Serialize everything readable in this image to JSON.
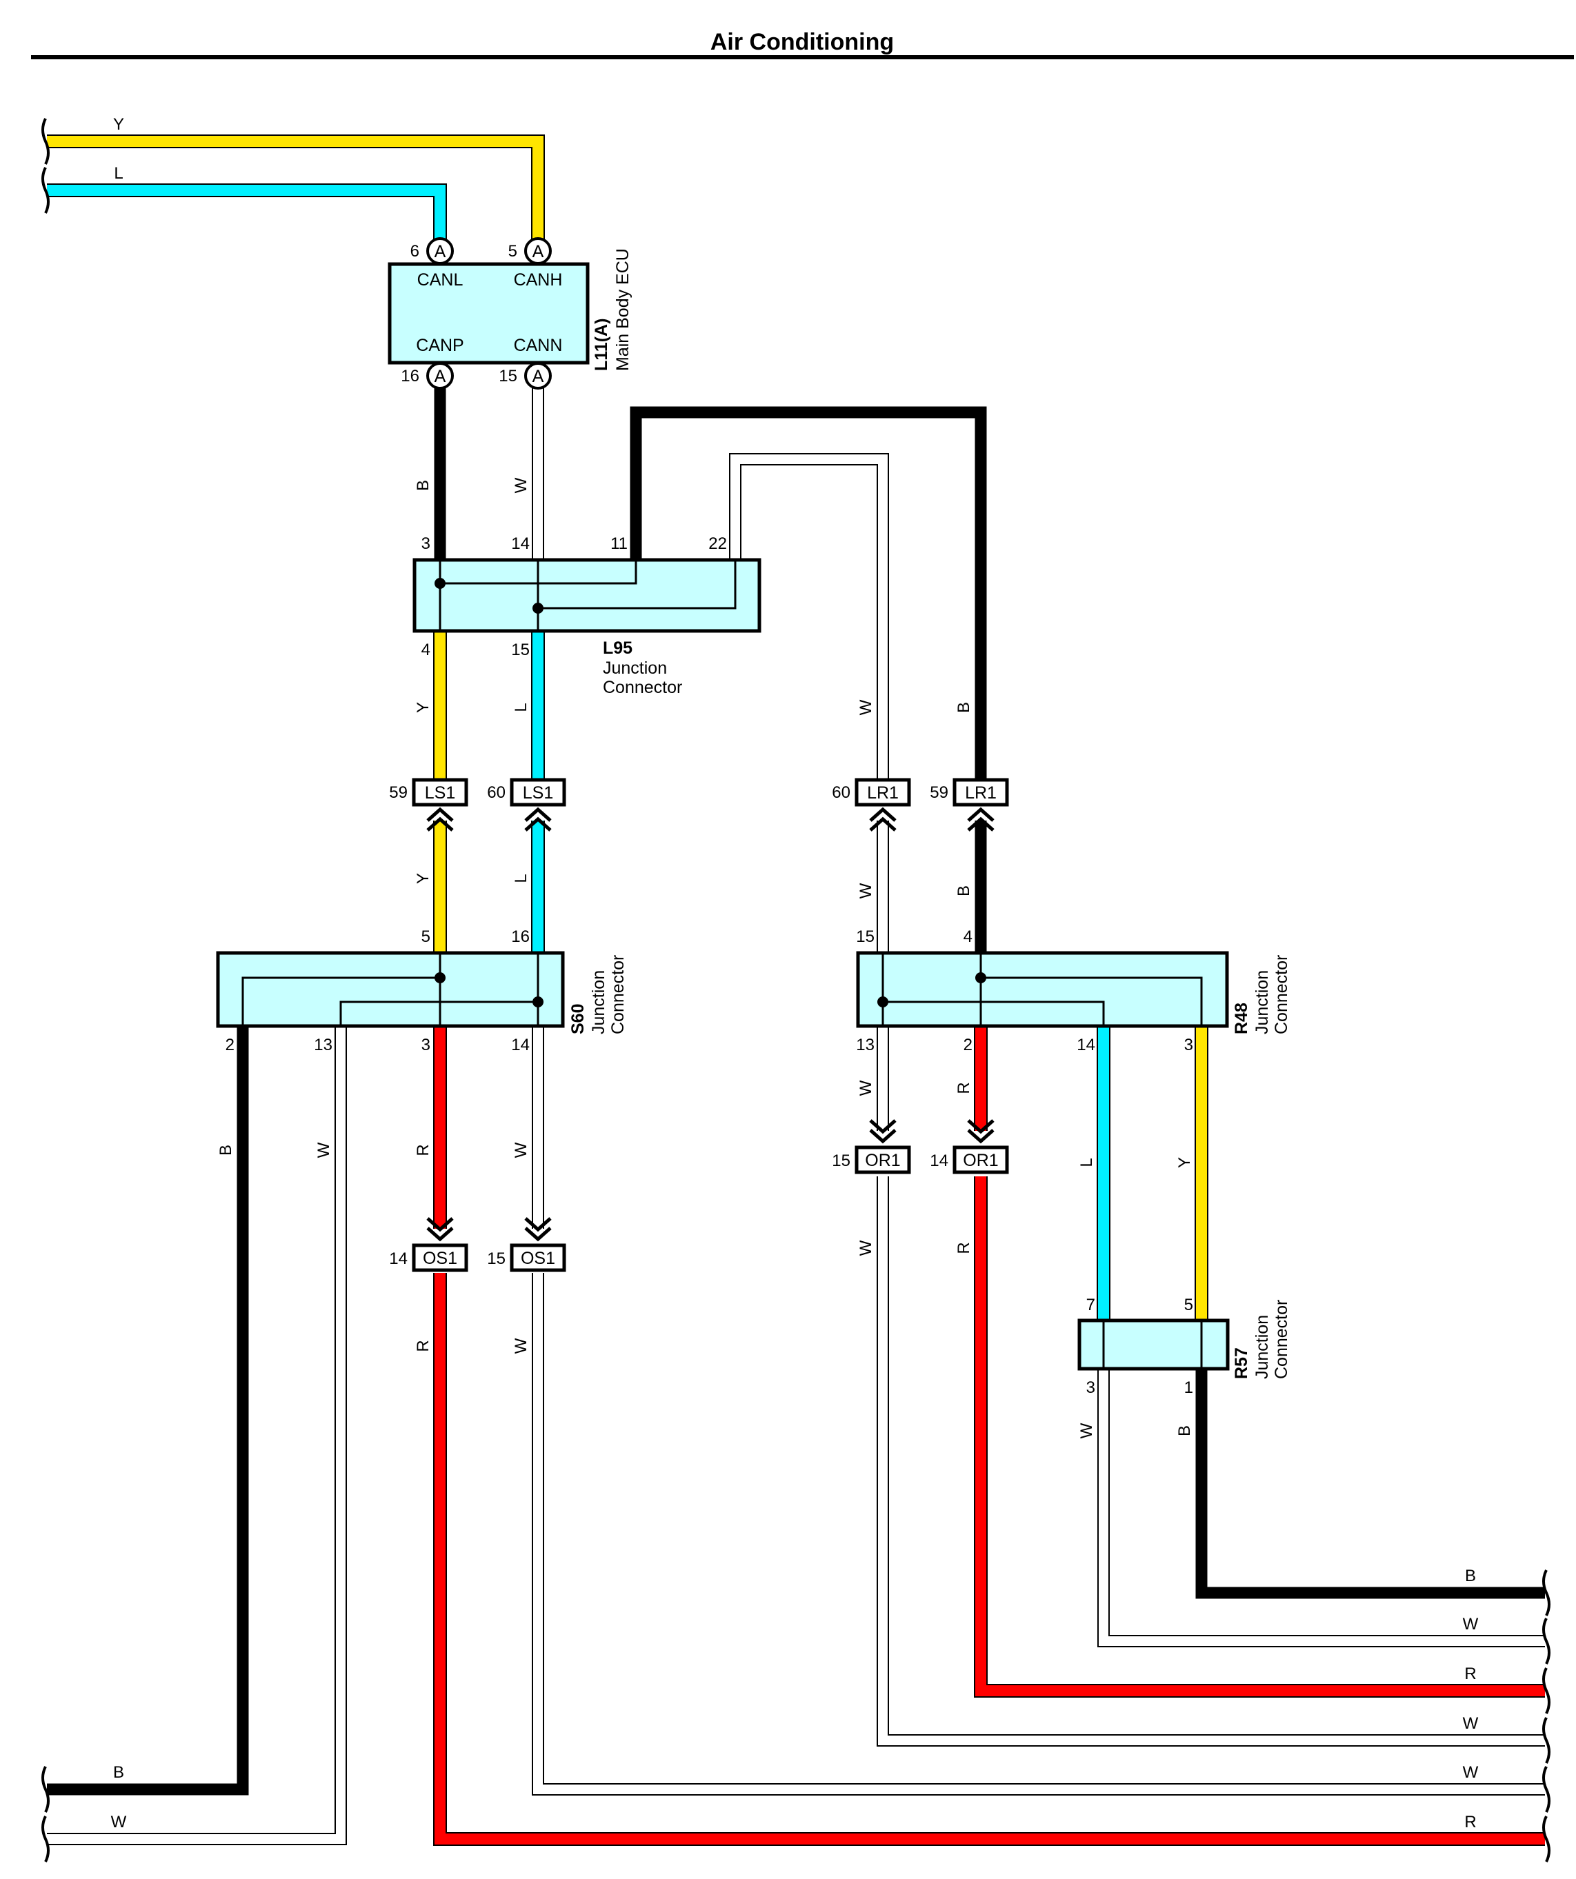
{
  "title": "Air Conditioning",
  "colors": {
    "Y": "#ffe500",
    "L": "#00f0ff",
    "B": "#000000",
    "R": "#ff0000",
    "W": "#ffffff",
    "box_fill": "#c8ffff"
  },
  "components": {
    "ecu": {
      "id": "L11(A)",
      "name": "Main Body ECU",
      "pins_top": [
        "CANL",
        "CANH"
      ],
      "pins_bottom": [
        "CANP",
        "CANN"
      ],
      "connector_letter": "A",
      "pin_numbers": {
        "canl": "6",
        "canh": "5",
        "canp": "16",
        "cann": "15"
      }
    },
    "l95": {
      "id": "L95",
      "name_line1": "Junction",
      "name_line2": "Connector",
      "pins": {
        "p3": "3",
        "p14": "14",
        "p11": "11",
        "p22": "22",
        "p4": "4",
        "p15": "15"
      }
    },
    "s60": {
      "id": "S60",
      "name_line1": "Junction",
      "name_line2": "Connector",
      "pins": {
        "p5": "5",
        "p16": "16",
        "p2": "2",
        "p13": "13",
        "p3": "3",
        "p14": "14"
      }
    },
    "r48": {
      "id": "R48",
      "name_line1": "Junction",
      "name_line2": "Connector",
      "pins": {
        "p15": "15",
        "p4": "4",
        "p13": "13",
        "p2": "2",
        "p14": "14",
        "p3": "3"
      }
    },
    "r57": {
      "id": "R57",
      "name_line1": "Junction",
      "name_line2": "Connector",
      "pins": {
        "p7": "7",
        "p5": "5",
        "p3": "3",
        "p1": "1"
      }
    }
  },
  "inline_connectors": [
    {
      "id": "LS1",
      "pin": "59"
    },
    {
      "id": "LS1",
      "pin": "60"
    },
    {
      "id": "LR1",
      "pin": "60"
    },
    {
      "id": "LR1",
      "pin": "59"
    },
    {
      "id": "OR1",
      "pin": "15"
    },
    {
      "id": "OR1",
      "pin": "14"
    },
    {
      "id": "OS1",
      "pin": "14"
    },
    {
      "id": "OS1",
      "pin": "15"
    }
  ],
  "wire_labels": {
    "Y": "Y",
    "L": "L",
    "B": "B",
    "W": "W",
    "R": "R"
  }
}
